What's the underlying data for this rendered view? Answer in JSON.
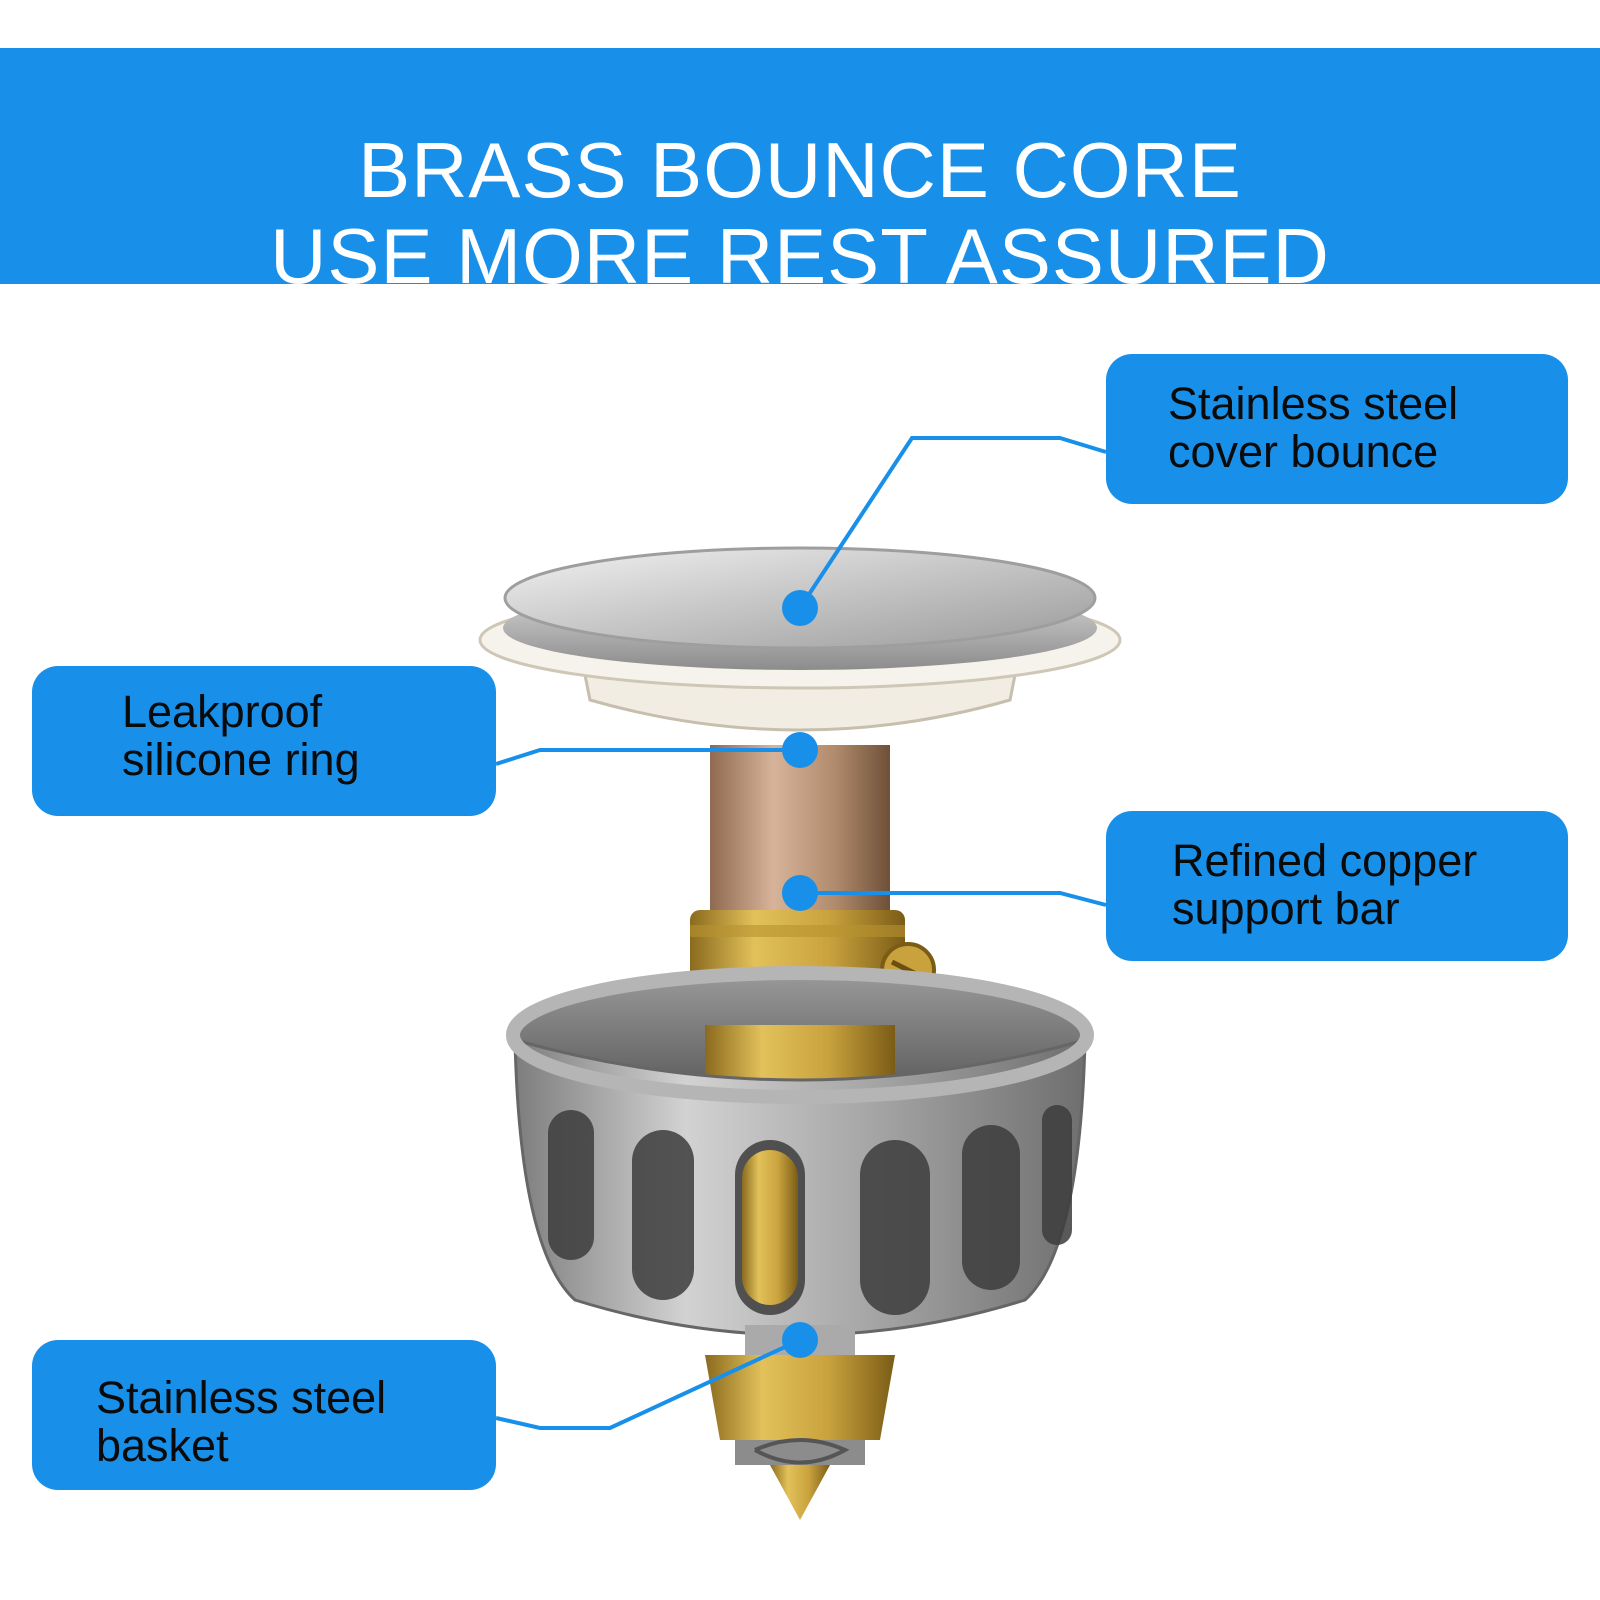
{
  "banner": {
    "line1": "BRASS BOUNCE CORE",
    "line2": "USE MORE REST ASSURED"
  },
  "callouts": {
    "cover": {
      "line1": "Stainless steel",
      "line2": "cover bounce"
    },
    "ring": {
      "line1": "Leakproof",
      "line2": "silicone ring"
    },
    "copper": {
      "line1": "Refined copper",
      "line2": "support bar"
    },
    "basket": {
      "line1": "Stainless steel",
      "line2": "basket"
    }
  },
  "colors": {
    "accent_blue": "#1890ea",
    "text_white": "#ffffff",
    "text_dark": "#0b0b0b"
  }
}
